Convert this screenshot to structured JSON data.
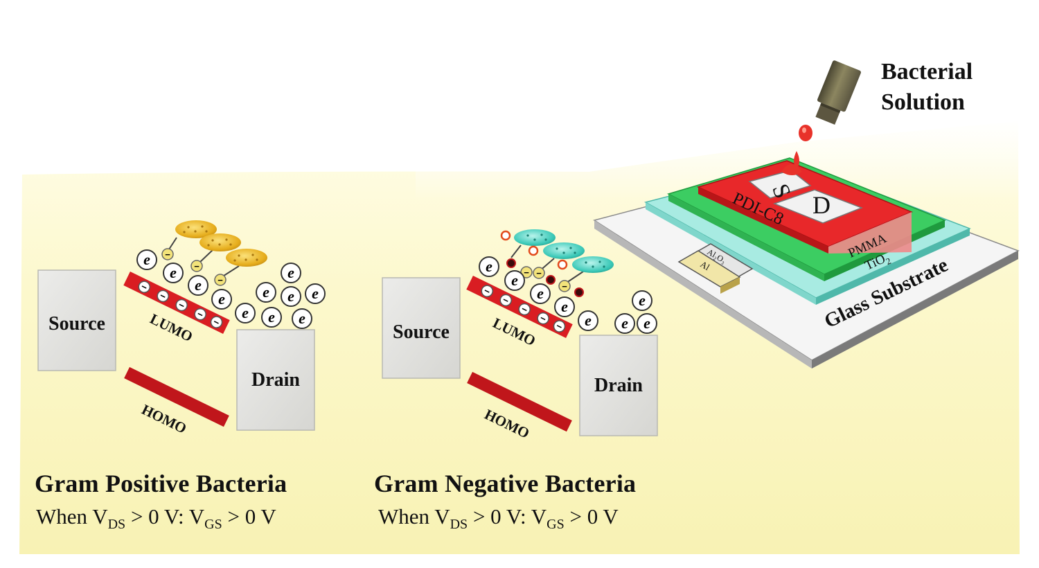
{
  "solution_label": [
    "Bacterial",
    "Solution"
  ],
  "panels": [
    {
      "source_label": "Source",
      "drain_label": "Drain",
      "lumo_label": "LUMO",
      "homo_label": "HOMO",
      "title": "Gram Positive Bacteria",
      "condition": {
        "prefix": "When V",
        "sub1": "DS",
        "mid": " > 0 V: V",
        "sub2": "GS",
        "suffix": " > 0 V"
      }
    },
    {
      "source_label": "Source",
      "drain_label": "Drain",
      "lumo_label": "LUMO",
      "homo_label": "HOMO",
      "title": "Gram Negative Bacteria",
      "condition": {
        "prefix": "When V",
        "sub1": "DS",
        "mid": " > 0 V: V",
        "sub2": "GS",
        "suffix": " > 0 V"
      }
    }
  ],
  "device": {
    "source_electrode": "S",
    "drain_electrode": "D",
    "semiconductor": "PDI-C8",
    "dielectric": "PMMA",
    "oxide": "TiO",
    "oxide_sub": "2",
    "gate_oxide": "Al₂O₃",
    "gate_metal": "Al",
    "substrate": "Glass Substrate"
  },
  "electron_symbol": "e",
  "charge_symbol": "−",
  "colors": {
    "background_yellow": "#fbf8c7",
    "pdi_red": "#e8282a",
    "pmma_green": "#34c25c",
    "tio2_cyan": "#9fe8dc",
    "glass_gray": "#cfcfcf",
    "homo_red": "#c0161b",
    "gram_pos_cell": "#e8b21e",
    "gram_neg_cell": "#3cc9b8",
    "electrode_gray": "#e4e4e0"
  }
}
